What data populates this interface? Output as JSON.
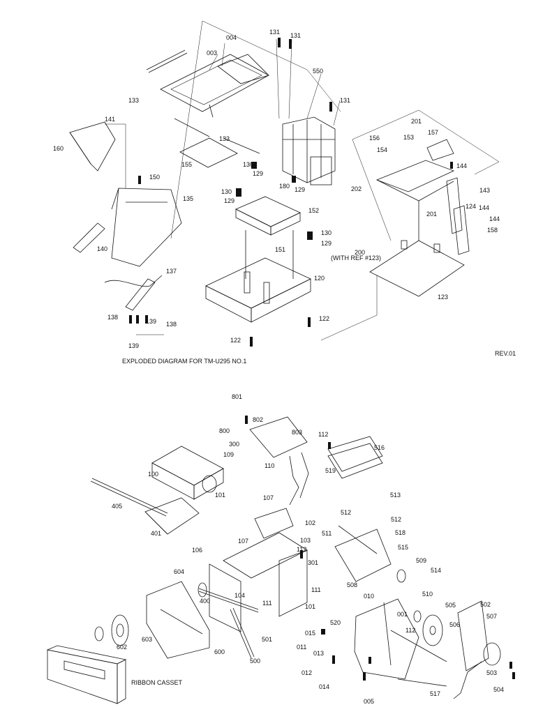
{
  "diagram1": {
    "caption": "EXPLODED DIAGRAM FOR TM-U295 NO.1",
    "revision": "REV.01",
    "note": "(WITH REF #123)",
    "part_labels": [
      "004",
      "003",
      "131",
      "131",
      "550",
      "131",
      "133",
      "133",
      "141",
      "160",
      "155",
      "130",
      "129",
      "180",
      "129",
      "150",
      "135",
      "130",
      "129",
      "152",
      "130",
      "129",
      "151",
      "140",
      "137",
      "120",
      "138",
      "139",
      "138",
      "139",
      "122",
      "122",
      "156",
      "201",
      "153",
      "157",
      "154",
      "144",
      "202",
      "143",
      "124",
      "201",
      "144",
      "144",
      "158",
      "200",
      "123"
    ]
  },
  "diagram2": {
    "ribbon_label": "RIBBON CASSET",
    "part_labels": [
      "801",
      "802",
      "803",
      "800",
      "300",
      "112",
      "516",
      "109",
      "110",
      "519",
      "100",
      "101",
      "513",
      "405",
      "107",
      "512",
      "512",
      "401",
      "102",
      "103",
      "511",
      "518",
      "106",
      "107",
      "112",
      "515",
      "509",
      "301",
      "514",
      "604",
      "508",
      "111",
      "510",
      "400",
      "104",
      "111",
      "101",
      "010",
      "001",
      "505",
      "502",
      "507",
      "520",
      "112",
      "506",
      "602",
      "603",
      "600",
      "501",
      "015",
      "011",
      "013",
      "012",
      "014",
      "500",
      "005",
      "503",
      "517",
      "504"
    ]
  }
}
